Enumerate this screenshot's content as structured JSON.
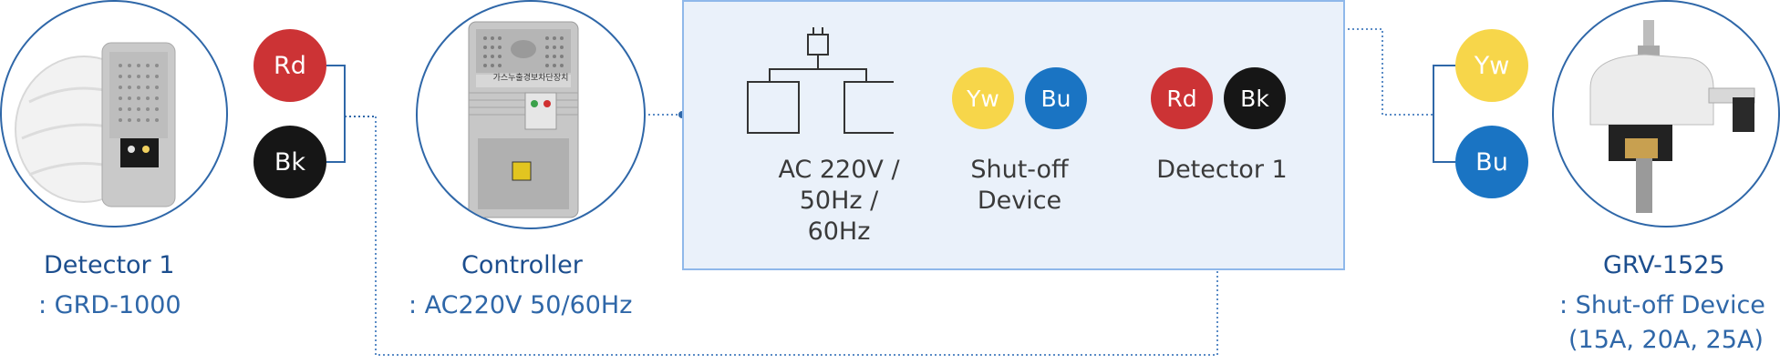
{
  "colors": {
    "red": "#cc3335",
    "black": "#161616",
    "yellow": "#f7d64a",
    "blue": "#1a74c3",
    "caption_title": "#1c4e8e",
    "caption_sub": "#2f67a8",
    "panel_fill": "#eaf1fa",
    "panel_border": "#8fb8ea"
  },
  "detector": {
    "icon": "gas-detector-photo",
    "title": "Detector 1",
    "subtitle": ": GRD-1000",
    "wires": [
      "Rd",
      "Bk"
    ]
  },
  "controller": {
    "icon": "controller-photo",
    "title": "Controller",
    "subtitle": ": AC220V 50/60Hz",
    "label_ko": "가스누출경보차단장치"
  },
  "panel": {
    "power": {
      "icon": "plug-icon",
      "label_lines": [
        "AC 220V /",
        "50Hz /",
        "60Hz"
      ]
    },
    "shutoff": {
      "wires": [
        "Yw",
        "Bu"
      ],
      "label_lines": [
        "Shut-off",
        "Device"
      ]
    },
    "detector": {
      "wires": [
        "Rd",
        "Bk"
      ],
      "label": "Detector 1"
    }
  },
  "valve": {
    "icon": "shutoff-valve-photo",
    "title": "GRV-1525",
    "subtitle": ": Shut-off Device",
    "subtitle2": "(15A, 20A, 25A)",
    "wires": [
      "Yw",
      "Bu"
    ]
  }
}
